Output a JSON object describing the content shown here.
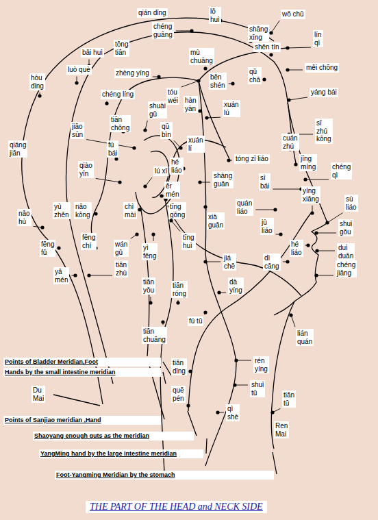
{
  "diagram": {
    "title": "THE PART OF THE HEAD and NECK SIDE",
    "nodes": [
      {
        "text": [
          "qián dǐng"
        ]
      },
      {
        "text": [
          "lǒ huì"
        ]
      },
      {
        "text": [
          "wǒ chǔ"
        ]
      },
      {
        "text": [
          "chéng guāng"
        ]
      },
      {
        "text": [
          "shāng xīng"
        ]
      },
      {
        "text": [
          "lín qì"
        ]
      },
      {
        "text": [
          "bǎi huì"
        ]
      },
      {
        "text": [
          "tōng tiān"
        ]
      },
      {
        "text": [
          "shēn tín"
        ]
      },
      {
        "text": [
          "mù chuāng"
        ]
      },
      {
        "text": [
          "měi chōng"
        ]
      },
      {
        "text": [
          "luò què"
        ]
      },
      {
        "text": [
          "hòu dǐng"
        ]
      },
      {
        "text": [
          "zhèng yíng"
        ]
      },
      {
        "text": [
          "qǔ chā"
        ]
      },
      {
        "text": [
          "běn shén"
        ]
      },
      {
        "text": [
          "yáng bái"
        ]
      },
      {
        "text": [
          "chéng líng"
        ]
      },
      {
        "text": [
          "tóu wéi"
        ]
      },
      {
        "text": [
          "hàn yàn"
        ]
      },
      {
        "text": [
          "xuán lú"
        ]
      },
      {
        "text": [
          "shuài gǔ"
        ]
      },
      {
        "text": [
          "tiān chōng"
        ]
      },
      {
        "text": [
          "sī zhú kōng"
        ]
      },
      {
        "text": [
          "jiāo sūn"
        ]
      },
      {
        "text": [
          "qū bìn"
        ]
      },
      {
        "text": [
          "cuán zhú"
        ]
      },
      {
        "text": [
          "xuán lí"
        ]
      },
      {
        "text": [
          "qiáng jiān"
        ]
      },
      {
        "text": [
          "fú bái"
        ]
      },
      {
        "text": [
          "tóng zǐ liáo"
        ]
      },
      {
        "text": [
          "jīng míng"
        ]
      },
      {
        "text": [
          "hé liáo"
        ]
      },
      {
        "text": [
          "chéng qì"
        ]
      },
      {
        "text": [
          "qiào yīn"
        ]
      },
      {
        "text": [
          "lú xī"
        ]
      },
      {
        "text": [
          "shàng guān"
        ]
      },
      {
        "text": [
          "sì bái"
        ]
      },
      {
        "text": [
          "ěr mén"
        ]
      },
      {
        "text": [
          "yíng xiāng"
        ]
      },
      {
        "text": [
          "sù liáo"
        ]
      },
      {
        "text": [
          "quán liáo"
        ]
      },
      {
        "text": [
          "yù zhěn"
        ]
      },
      {
        "text": [
          "nǎo kōng"
        ]
      },
      {
        "text": [
          "chì mài"
        ]
      },
      {
        "text": [
          "tīng gōng"
        ]
      },
      {
        "text": [
          "nǎo hù"
        ]
      },
      {
        "text": [
          "xià guān"
        ]
      },
      {
        "text": [
          "jù liáo"
        ]
      },
      {
        "text": [
          "shuǐ gōu"
        ]
      },
      {
        "text": [
          "fēng chí"
        ]
      },
      {
        "text": [
          "tīng huì"
        ]
      },
      {
        "text": [
          "fēng fǔ"
        ]
      },
      {
        "text": [
          "wán gǔ"
        ]
      },
      {
        "text": [
          "hé liáo"
        ]
      },
      {
        "text": [
          "duì duān"
        ]
      },
      {
        "text": [
          "yì fēng"
        ]
      },
      {
        "text": [
          "jiá chē"
        ]
      },
      {
        "text": [
          "dì cāng"
        ]
      },
      {
        "text": [
          "tiān zhù"
        ]
      },
      {
        "text": [
          "chéng jiāng"
        ]
      },
      {
        "text": [
          "yǎ mén"
        ]
      },
      {
        "text": [
          "tiān yǒu"
        ]
      },
      {
        "text": [
          "dà yíng"
        ]
      },
      {
        "text": [
          "tiān róng"
        ]
      },
      {
        "text": [
          "fú tū"
        ]
      },
      {
        "text": [
          "tiān chuāng"
        ]
      },
      {
        "text": [
          "lián quán"
        ]
      },
      {
        "text": [
          "rén yíng"
        ]
      },
      {
        "text": [
          "tiān dǐng"
        ]
      },
      {
        "text": [
          "shuǐ tū"
        ]
      },
      {
        "text": [
          "Du Mai"
        ]
      },
      {
        "text": [
          "quē pén"
        ]
      },
      {
        "text": [
          "tiān tū"
        ]
      },
      {
        "text": [
          "qì shè"
        ]
      },
      {
        "text": [
          "Ren Mai"
        ]
      }
    ],
    "labels": [
      "Points of Bladder Meridian,Foot",
      "Hands by the small intestine meridian",
      "Points of Sanjiao meridian ,Hand",
      "Shaoyang enough guts as the meridian",
      "YangMing hand by the large intestine meridian",
      "Foot-Yangming Meridian by the stomach"
    ]
  }
}
